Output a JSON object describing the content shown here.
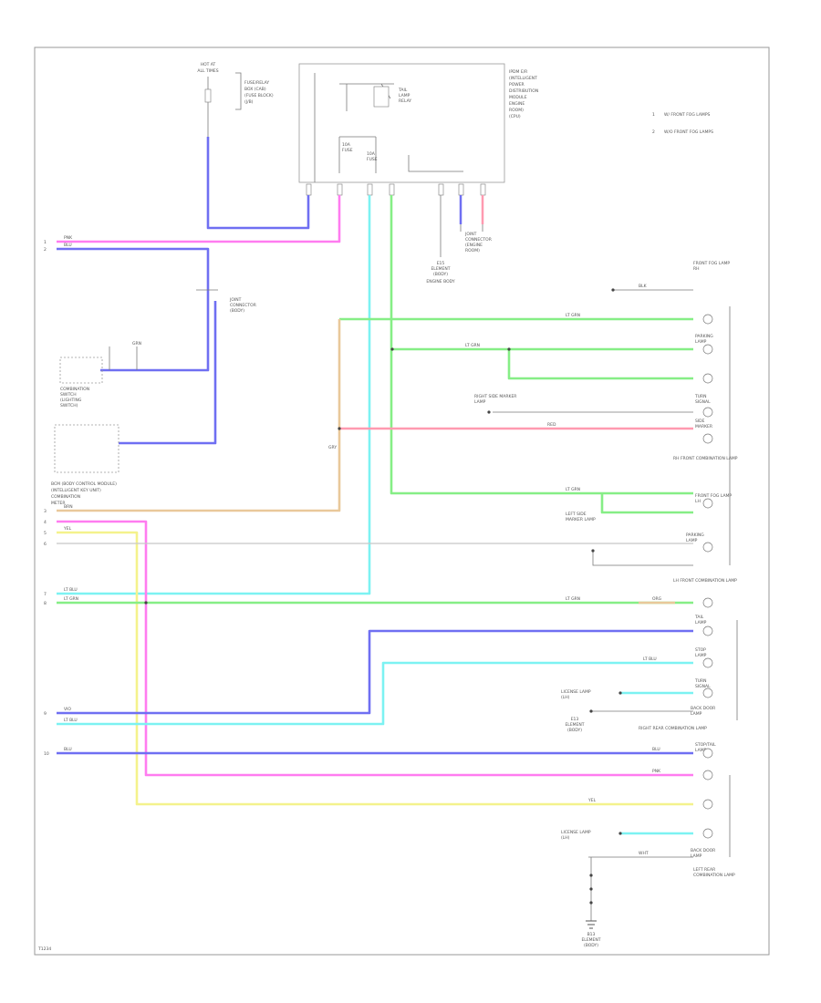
{
  "diagram": {
    "type": "wiring-diagram",
    "legend": [
      {
        "id": "1",
        "text": "W/ FRONT FOG LAMPS"
      },
      {
        "id": "2",
        "text": "W/O FRONT FOG LAMPS"
      }
    ],
    "footer_code": "T1234",
    "wire_colors": {
      "pink": "#ff7cf0",
      "blue": "#6f6ff2",
      "cyan": "#7cf2f2",
      "green": "#86ee86",
      "yellow": "#f4f28c",
      "tan": "#e9c89a",
      "red": "#ff9ab0",
      "gray": "#7a7a7a"
    },
    "components": {
      "hot_at_all_times": [
        "HOT AT",
        "ALL TIMES"
      ],
      "fuse_label": [
        "FUSE/RELAY",
        "BOX (CAB)",
        "(FUSE BLOCK)",
        "(J/B)"
      ],
      "ipdm": [
        "IPDM E/R",
        "(INTELLIGENT",
        "POWER",
        "DISTRIBUTION",
        "MODULE",
        "ENGINE",
        "ROOM)",
        "(CPU)"
      ],
      "ipdm_relay": [
        "TAIL",
        "LAMP",
        "RELAY"
      ],
      "ipdm_fuse": [
        "10A",
        "FUSE"
      ],
      "ipdm_fuse2": [
        "10A",
        "FUSE"
      ],
      "joint_connector": [
        "JOINT",
        "CONNECTOR",
        "(ENGINE",
        "ROOM)"
      ],
      "ground_top": [
        "E15",
        "ELEMENT",
        "(BODY)",
        "ENGINE BODY"
      ],
      "combination_switch": [
        "COMBINATION",
        "SWITCH",
        "(LIGHTING",
        "SWITCH)"
      ],
      "combination_switch_lower": [
        "COMBINATION",
        "METER",
        "(BODY CONTROL",
        "MODULE)"
      ],
      "bcm": [
        "BCM (BODY CONTROL MODULE)",
        "(INTELLIGENT KEY UNIT)"
      ],
      "ground_splice": [
        "JOINT",
        "CONNECTOR",
        "(BODY)"
      ],
      "front_fog_lamp_rh": [
        "FRONT FOG LAMP",
        "RH"
      ],
      "front_fog_lamp_lh": [
        "FRONT FOG LAMP",
        "LH"
      ],
      "front_lamp_labels": [
        "LH FRONT COMBINATION LAMP",
        "RH FRONT COMBINATION LAMP"
      ],
      "right_side_marker": [
        "RIGHT SIDE MARKER",
        "LAMP"
      ],
      "license_lamp": [
        "LICENSE LAMP",
        "(LH)"
      ],
      "right_rear_comb": "RIGHT REAR COMBINATION LAMP",
      "left_rear_comb": [
        "LEFT REAR",
        "COMBINATION LAMP"
      ],
      "left_side_marker": [
        "LEFT SIDE",
        "MARKER LAMP"
      ],
      "back_door": [
        "BACK DOOR",
        "LAMP"
      ],
      "back_door_lower": [
        "BACK DOOR",
        "LAMP"
      ],
      "ground_bottom": [
        "B13",
        "ELEMENT",
        "(BODY)"
      ],
      "ground_right": [
        "E13",
        "ELEMENT",
        "(BODY)"
      ],
      "parking_left": [
        "PARKING",
        "LAMP"
      ],
      "parking_right": [
        "PARKING",
        "LAMP"
      ],
      "tail_r1": [
        "TAIL",
        "LAMP"
      ],
      "tail_r2": [
        "STOP/TAIL",
        "LAMP"
      ],
      "turn_r1": [
        "TURN",
        "SIGNAL"
      ],
      "turn_r2": [
        "TURN",
        "SIGNAL"
      ],
      "side_r1": [
        "SIDE",
        "MARKER"
      ],
      "stop_r": [
        "STOP",
        "LAMP"
      ]
    },
    "wire_codes": {
      "pink": "PNK",
      "blue": "BLU",
      "tan": "BRN",
      "yellow": "YEL",
      "lt_grn": "LT GRN",
      "lt_blu": "LT BLU",
      "gry": "GRY",
      "red": "RED",
      "blk": "BLK",
      "wht": "WHT",
      "org": "ORG",
      "violet": "VIO",
      "grn": "GRN"
    },
    "pin_numbers": [
      "1",
      "2",
      "3",
      "4",
      "5",
      "6",
      "7",
      "8",
      "9",
      "10"
    ]
  }
}
